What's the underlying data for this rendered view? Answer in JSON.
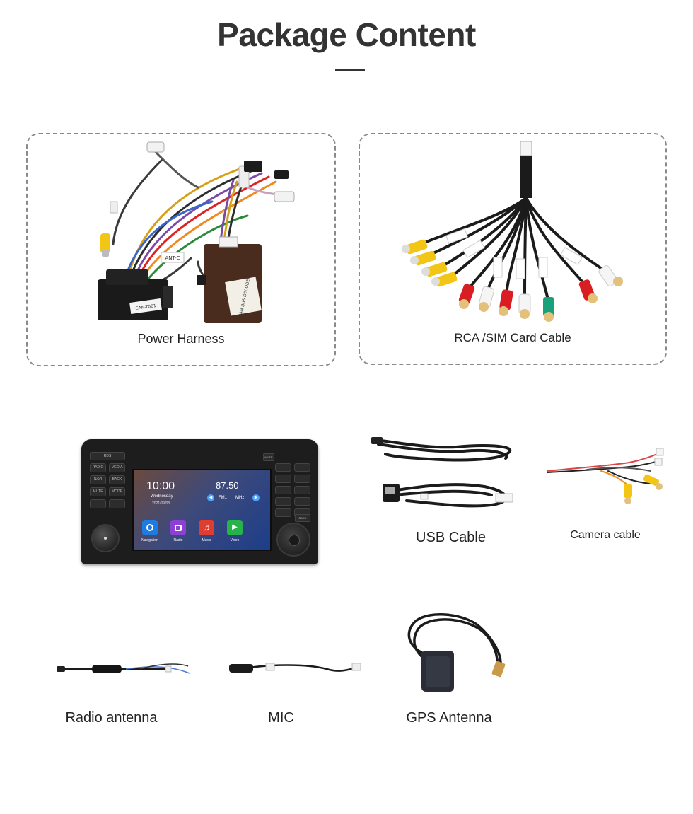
{
  "page": {
    "title": "Package Content"
  },
  "items": {
    "power_harness": {
      "label": "Power Harness",
      "sticker_1": "CAN-T001",
      "sticker_2": "CAN BUS DECODER",
      "tag": "ANT-C"
    },
    "rca_cable": {
      "label": "RCA /SIM Card Cable"
    },
    "usb_cable": {
      "label": "USB Cable"
    },
    "camera_cable": {
      "label": "Camera cable"
    },
    "radio_antenna": {
      "label": "Radio antenna"
    },
    "mic": {
      "label": "MIC"
    },
    "gps_antenna": {
      "label": "GPS Antenna"
    }
  },
  "head_unit": {
    "clock": "10:00",
    "day": "Wednesday",
    "date": "2021/09/08",
    "frequency": "87.50",
    "band": "FM1",
    "unit": "MHz",
    "apps": [
      {
        "label": "Navigation",
        "color": "#1e7be0",
        "icon": "navigation-icon"
      },
      {
        "label": "Radio",
        "color": "#8e3fd6",
        "icon": "radio-icon"
      },
      {
        "label": "Music",
        "color": "#e03c2f",
        "icon": "music-icon"
      },
      {
        "label": "Video",
        "color": "#28b34a",
        "icon": "video-icon"
      }
    ],
    "left_buttons": [
      "RDS",
      "RADIO",
      "MEDIA",
      "NAVI",
      "BACK",
      "MUTE",
      "MODE"
    ],
    "right_buttons": [
      "MUTE",
      "BACK"
    ]
  }
}
